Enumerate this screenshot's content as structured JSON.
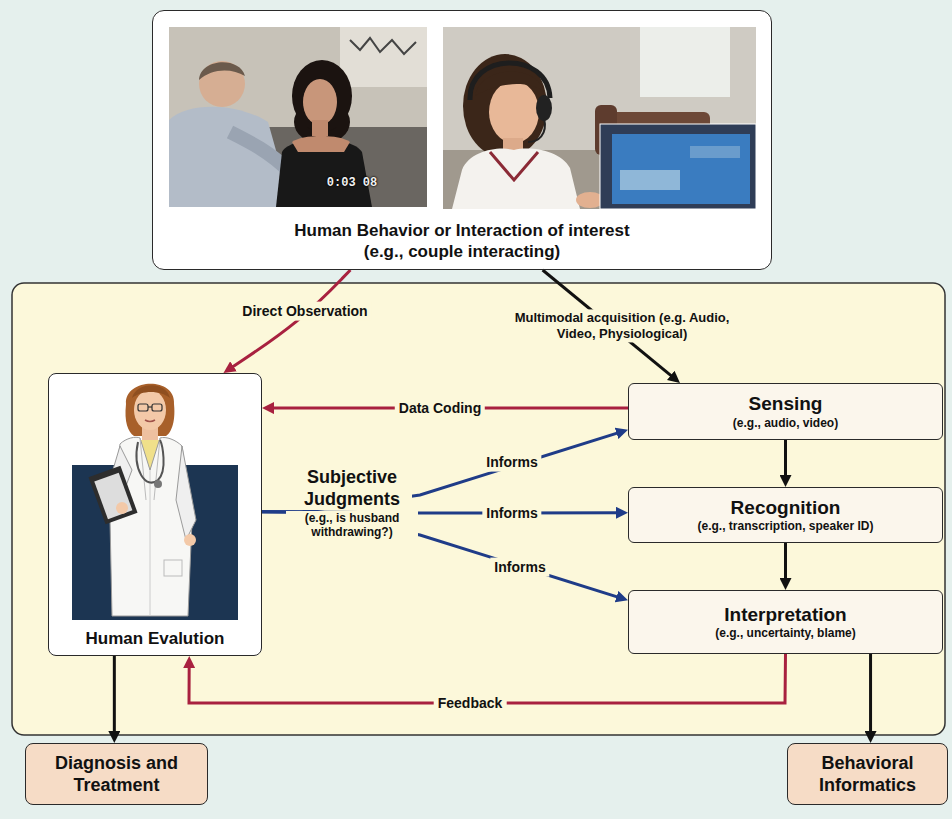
{
  "diagram": {
    "nodes": [
      {
        "text": [
          "Human Behavior or Interaction of interest",
          "(e.g., couple interacting)"
        ]
      },
      {
        "text": [
          "Human Evalution"
        ]
      },
      {
        "text": [
          "Sensing",
          "(e.g., audio, video)"
        ]
      },
      {
        "text": [
          "Recognition",
          "(e.g., transcription, speaker ID)"
        ]
      },
      {
        "text": [
          "Interpretation",
          "(e.g., uncertainty, blame)"
        ]
      },
      {
        "text": [
          "Diagnosis and Treatment"
        ]
      },
      {
        "text": [
          "Behavioral Informatics"
        ]
      }
    ],
    "edges": [
      {
        "from": 0,
        "to": 1,
        "label": "Direct Observation",
        "arrow": "to"
      },
      {
        "from": 0,
        "to": 2,
        "label": "Multimodal acquisition (e.g. Audio, Video, Physiological)",
        "arrow": "to"
      },
      {
        "from": 2,
        "to": 1,
        "label": "Data Coding",
        "arrow": "to"
      },
      {
        "from": 1,
        "to": 2,
        "label": "Informs",
        "arrow": "to"
      },
      {
        "from": 1,
        "to": 3,
        "label": "Informs",
        "arrow": "to"
      },
      {
        "from": 1,
        "to": 4,
        "label": "Informs",
        "arrow": "to"
      },
      {
        "from": 2,
        "to": 3,
        "arrow": "to"
      },
      {
        "from": 3,
        "to": 4,
        "arrow": "to"
      },
      {
        "from": 4,
        "to": 1,
        "label": "Feedback",
        "arrow": "to"
      },
      {
        "from": 1,
        "to": 5,
        "arrow": "to"
      },
      {
        "from": 4,
        "to": 6,
        "arrow": "to"
      }
    ],
    "labels": [
      "Subjective Judgments",
      "(e.g., is husband withdrawing?)",
      "0:03 08"
    ]
  }
}
